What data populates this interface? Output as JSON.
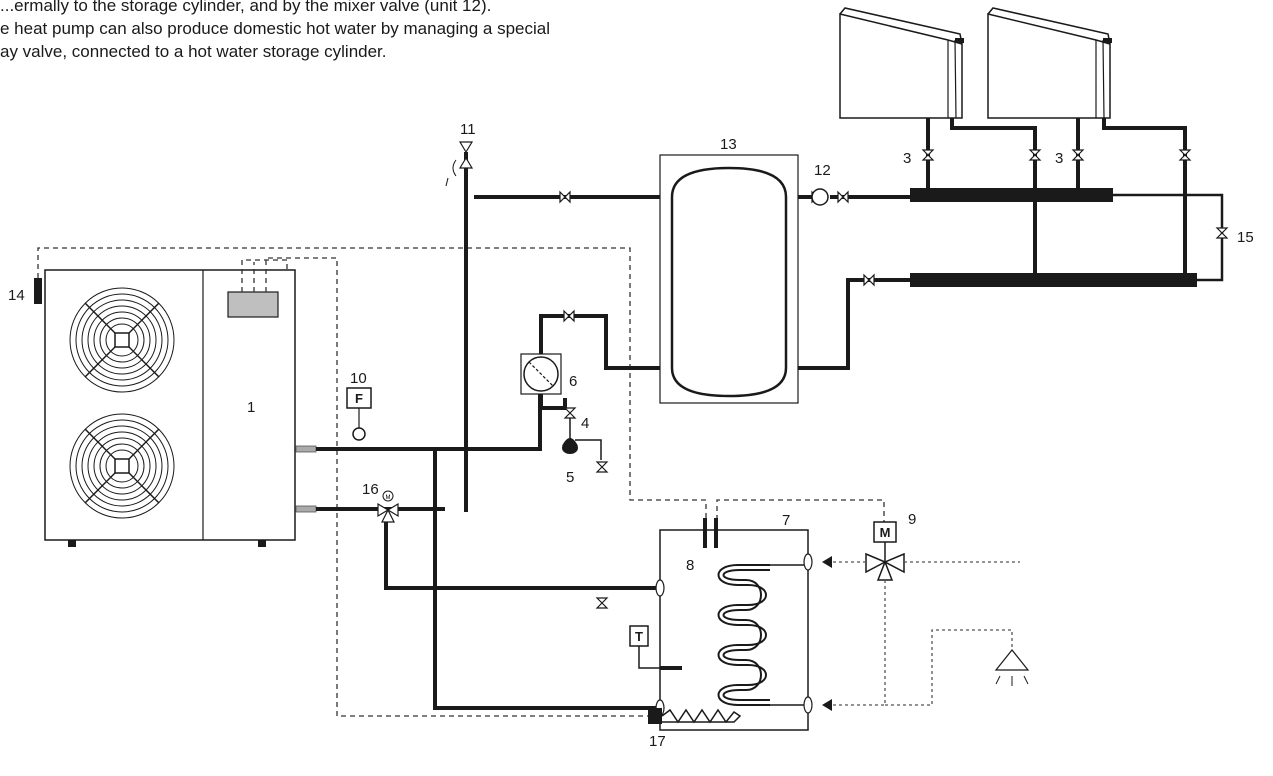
{
  "intro": {
    "line1": "...ermally to the storage cylinder, and by the mixer valve (unit 12).",
    "line2": "e heat pump can also produce domestic hot water by managing a special",
    "line3": "ay valve, connected to a hot water storage cylinder."
  },
  "components": {
    "heat_pump": "1",
    "valve_left": "3",
    "valve_right": "3",
    "drain_valve": "4",
    "expansion_vessel": "5",
    "circulator": "6",
    "dhw_cylinder": "7",
    "sensor_well": "8",
    "three_way_valve": "9",
    "flow_switch": "10",
    "safety_valve": "11",
    "pump": "12",
    "buffer_tank": "13",
    "outdoor_sensor": "14",
    "bypass_valve": "15",
    "mixer_valve": "16",
    "electric_heater": "17"
  },
  "symbols": {
    "flow_switch_letter": "F",
    "thermostat_letter": "T",
    "actuator_letter": "M",
    "mixer_letter": "M"
  }
}
